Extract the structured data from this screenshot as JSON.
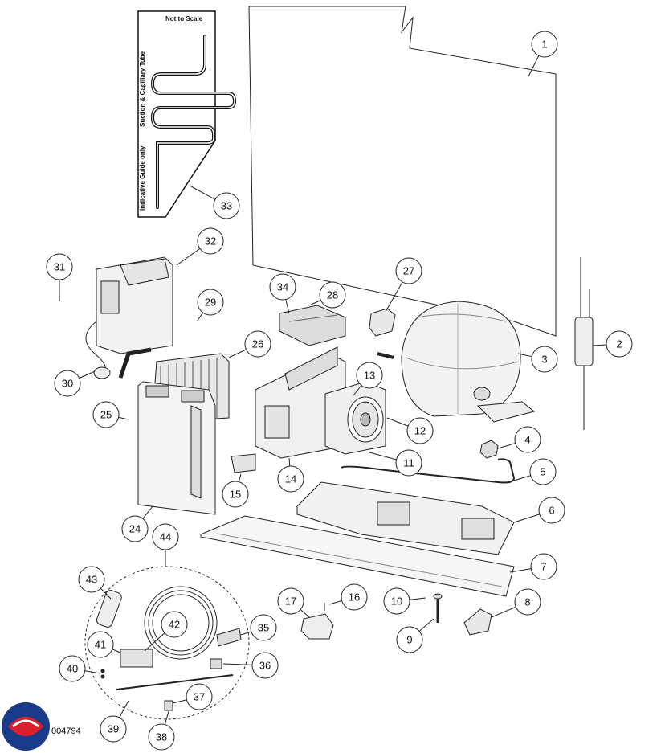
{
  "diagram": {
    "ref_code": "004794",
    "tube_guide": {
      "scale_note": "Not to Scale",
      "title": "Suction & Capillary Tube",
      "guide_note": "Indicative Guide only"
    },
    "callouts": [
      {
        "id": "c1",
        "label": "1"
      },
      {
        "id": "c2",
        "label": "2"
      },
      {
        "id": "c3",
        "label": "3"
      },
      {
        "id": "c4",
        "label": "4"
      },
      {
        "id": "c5",
        "label": "5"
      },
      {
        "id": "c6",
        "label": "6"
      },
      {
        "id": "c7",
        "label": "7"
      },
      {
        "id": "c8",
        "label": "8"
      },
      {
        "id": "c9",
        "label": "9"
      },
      {
        "id": "c10",
        "label": "10"
      },
      {
        "id": "c11",
        "label": "11"
      },
      {
        "id": "c12",
        "label": "12"
      },
      {
        "id": "c13",
        "label": "13"
      },
      {
        "id": "c14",
        "label": "14"
      },
      {
        "id": "c15",
        "label": "15"
      },
      {
        "id": "c16",
        "label": "16"
      },
      {
        "id": "c17",
        "label": "17"
      },
      {
        "id": "c24",
        "label": "24"
      },
      {
        "id": "c25",
        "label": "25"
      },
      {
        "id": "c26",
        "label": "26"
      },
      {
        "id": "c27",
        "label": "27"
      },
      {
        "id": "c28",
        "label": "28"
      },
      {
        "id": "c29",
        "label": "29"
      },
      {
        "id": "c30",
        "label": "30"
      },
      {
        "id": "c31",
        "label": "31"
      },
      {
        "id": "c32",
        "label": "32"
      },
      {
        "id": "c33",
        "label": "33"
      },
      {
        "id": "c34",
        "label": "34"
      },
      {
        "id": "c35",
        "label": "35"
      },
      {
        "id": "c36",
        "label": "36"
      },
      {
        "id": "c37",
        "label": "37"
      },
      {
        "id": "c38",
        "label": "38"
      },
      {
        "id": "c39",
        "label": "39"
      },
      {
        "id": "c40",
        "label": "40"
      },
      {
        "id": "c41",
        "label": "41"
      },
      {
        "id": "c42",
        "label": "42"
      },
      {
        "id": "c43",
        "label": "43"
      },
      {
        "id": "c44",
        "label": "44"
      }
    ]
  }
}
